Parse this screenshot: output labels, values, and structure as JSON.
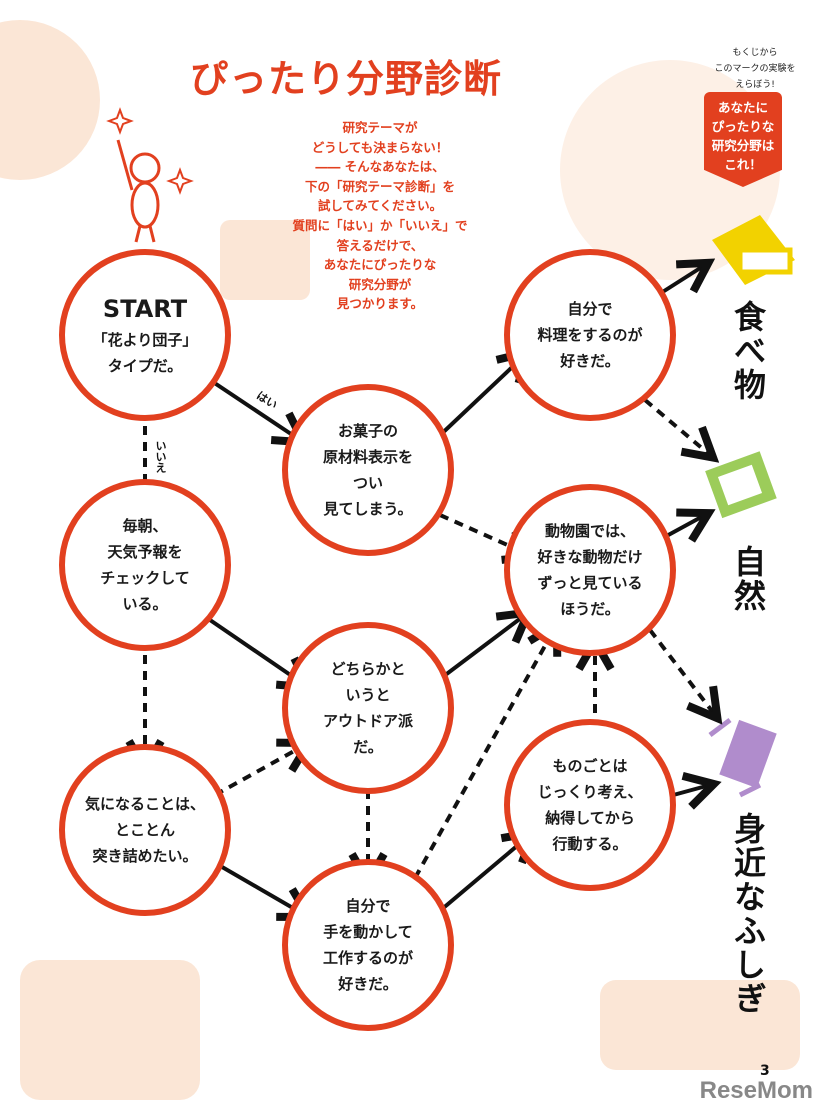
{
  "title": "ぴったり分野診断",
  "intro": "研究テーマが\nどうしても決まらない！\n―― そんなあなたは、\n下の「研究テーマ診断」を\n試してみてください。\n質問に「はい」か「いいえ」で\n答えるだけで、\nあなたにぴったりな\n研究分野が\n見つかります。",
  "hint": "もくじから\nこのマークの実験を\nえらぼう!",
  "badge": "あなたに\nぴったりな\n研究分野は\nこれ！",
  "start": {
    "heading": "START",
    "text": "「花より団子」\nタイプだ。"
  },
  "nodes": {
    "okashi": "お菓子の\n原材料表示を\nつい\n見てしまう。",
    "ryori": "自分で\n料理をするのが\n好きだ。",
    "maiasa": "毎朝、\n天気予報を\nチェックして\nいる。",
    "dobutsuen": "動物園では、\n好きな動物だけ\nずっと見ている\nほうだ。",
    "dochira": "どちらかと\nいうと\nアウトドア派\nだ。",
    "kininaru": "気になることは、\nとことん\n突き詰めたい。",
    "monogoto": "ものごとは\nじっくり考え、\n納得してから\n行動する。",
    "tewo": "自分で\n手を動かして\n工作するのが\n好きだ。"
  },
  "labels": {
    "yes": "はい",
    "no": "いいえ"
  },
  "categories": [
    {
      "name": "食べ物",
      "color": "#f2d200"
    },
    {
      "name": "自然",
      "color": "#9ccc5a"
    },
    {
      "name": "身近なふしぎ",
      "color": "#b08ccc"
    }
  ],
  "page_number": "3",
  "logo": "ReseMom"
}
